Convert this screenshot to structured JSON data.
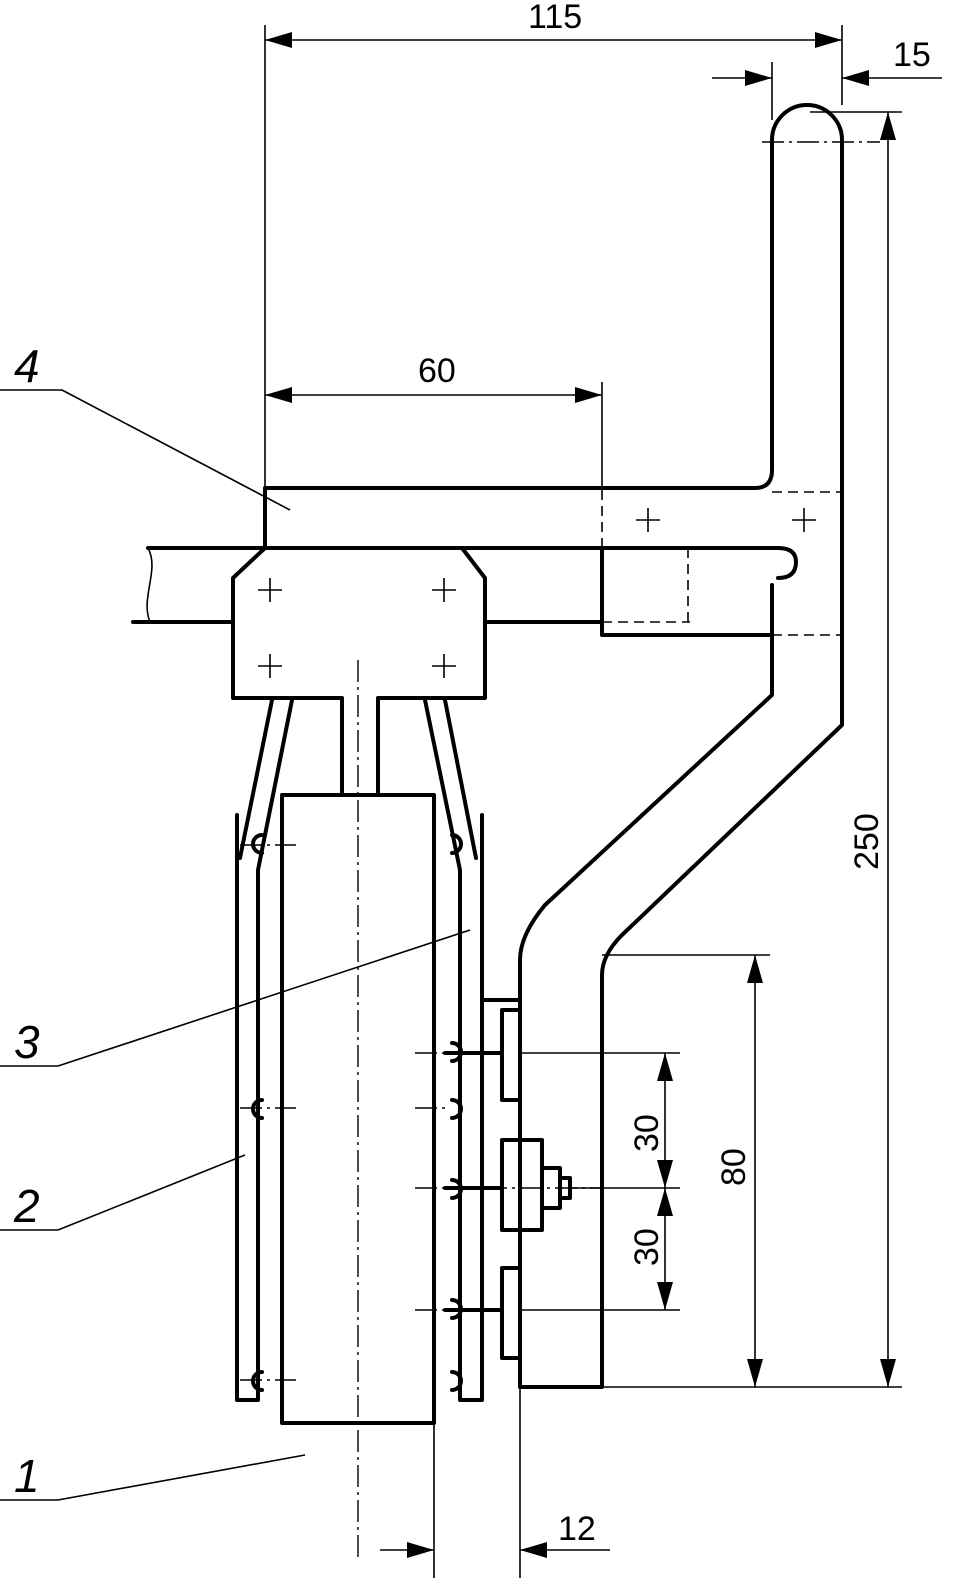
{
  "dimensions": {
    "overall_width": "115",
    "top_offset": "15",
    "clamp_width": "60",
    "overall_height": "250",
    "bracket_height": "80",
    "bolt_pitch_upper": "30",
    "bolt_pitch_lower": "30",
    "gap": "12"
  },
  "callouts": {
    "part_1": "1",
    "part_2": "2",
    "part_3": "3",
    "part_4": "4"
  }
}
